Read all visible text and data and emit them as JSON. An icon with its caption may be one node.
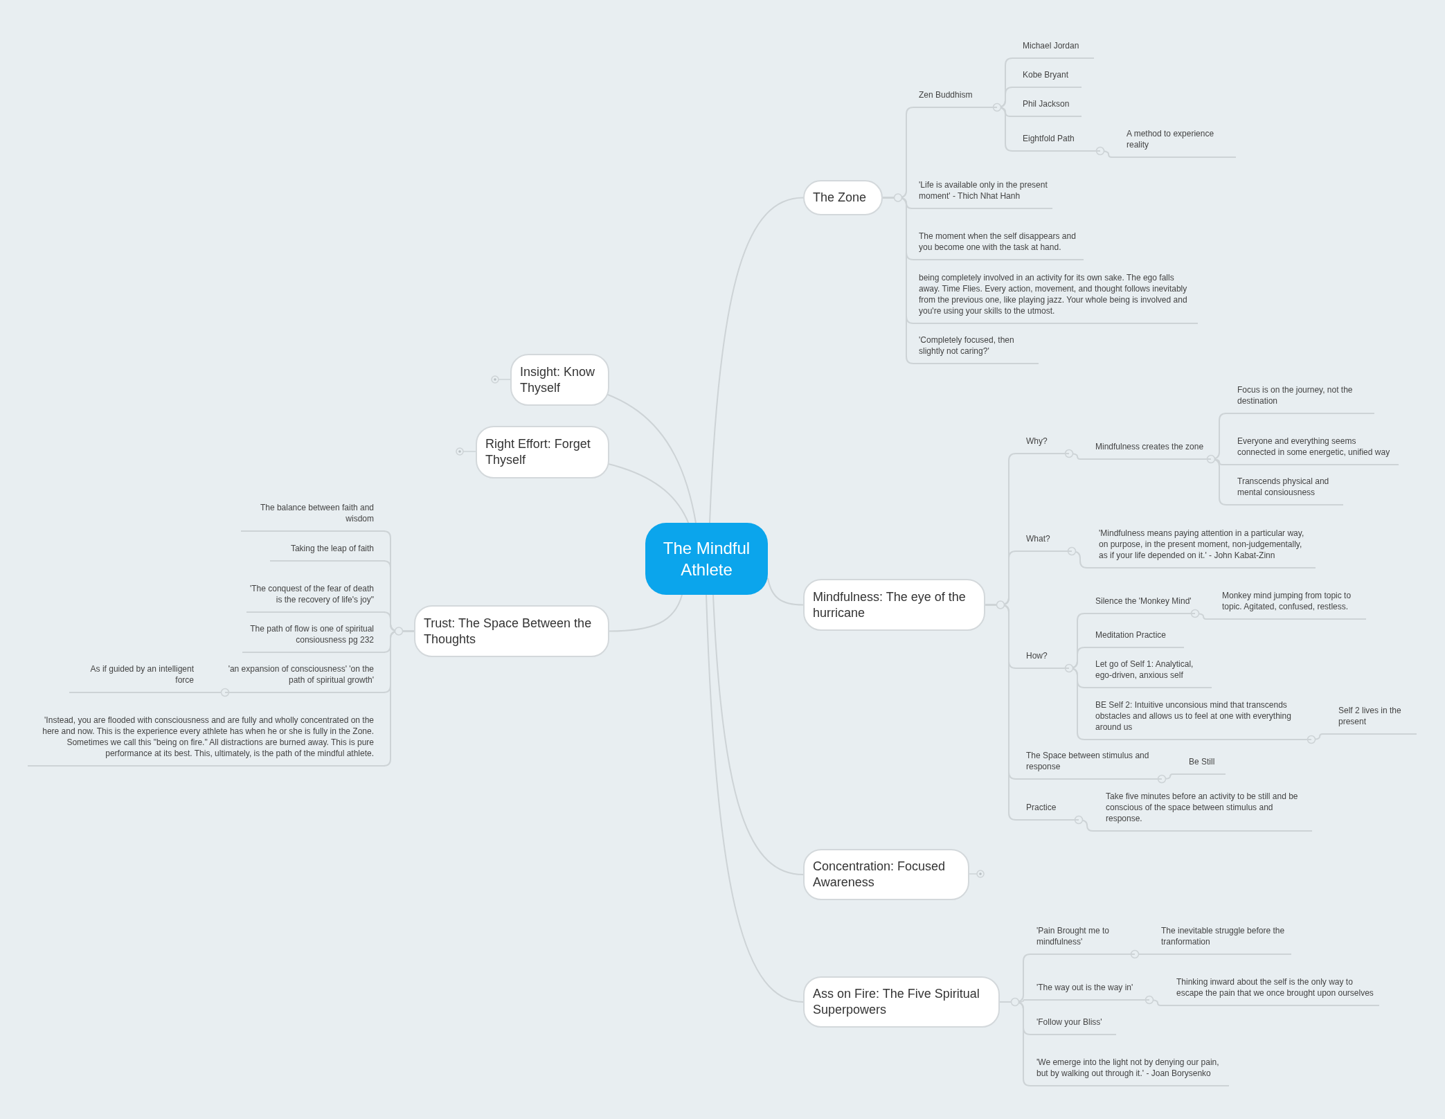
{
  "diagram": {
    "nodes": [
      {
        "text": [
          "The Mindful Athlete"
        ]
      },
      {
        "text": [
          "The Zone"
        ]
      },
      {
        "text": [
          "Zen Buddhism"
        ]
      },
      {
        "text": [
          "Michael Jordan"
        ]
      },
      {
        "text": [
          "Kobe Bryant"
        ]
      },
      {
        "text": [
          "Phil Jackson"
        ]
      },
      {
        "text": [
          "Eightfold Path"
        ]
      },
      {
        "text": [
          "A method to experience reality"
        ]
      },
      {
        "text": [
          "'Life is available only in the present moment' - Thich Nhat Hanh"
        ]
      },
      {
        "text": [
          "The moment when the self disappears and you become one with the task at hand."
        ]
      },
      {
        "text": [
          "being completely involved in an activity for its own sake. The ego falls away. Time Flies. Every action, movement, and thought follows inevitably from the previous one, like playing jazz. Your whole being is involved and you're using your skills to the utmost."
        ]
      },
      {
        "text": [
          "'Completely focused, then slightly not caring?'"
        ]
      },
      {
        "text": [
          "Insight: Know Thyself"
        ]
      },
      {
        "text": [
          "Right Effort: Forget Thyself"
        ]
      },
      {
        "text": [
          "Mindfulness: The eye of the hurricane"
        ]
      },
      {
        "text": [
          "Why?"
        ]
      },
      {
        "text": [
          "Mindfulness creates the zone"
        ]
      },
      {
        "text": [
          "Focus is on the journey, not the destination"
        ]
      },
      {
        "text": [
          "Everyone and everything seems connected in some energetic, unified way"
        ]
      },
      {
        "text": [
          "Transcends physical and mental consiousness"
        ]
      },
      {
        "text": [
          "What?"
        ]
      },
      {
        "text": [
          "'Mindfulness means paying attention in a particular way, on purpose, in the present moment, non-judgementally, as if your life depended on it.' - John Kabat-Zinn"
        ]
      },
      {
        "text": [
          "How?"
        ]
      },
      {
        "text": [
          "Silence the 'Monkey Mind'"
        ]
      },
      {
        "text": [
          "Monkey mind jumping from topic to topic. Agitated, confused, restless."
        ]
      },
      {
        "text": [
          "Meditation Practice"
        ]
      },
      {
        "text": [
          "Let go of Self 1: Analytical, ego-driven, anxious self"
        ]
      },
      {
        "text": [
          "BE Self 2: Intuitive unconsious mind that transcends obstacles and allows us to feel at one with everything around us"
        ]
      },
      {
        "text": [
          "Self 2 lives in the present"
        ]
      },
      {
        "text": [
          "The Space between stimulus and response"
        ]
      },
      {
        "text": [
          "Be Still"
        ]
      },
      {
        "text": [
          "Practice"
        ]
      },
      {
        "text": [
          "Take five minutes before an activity to be still and be conscious of the space between stimulus and response."
        ]
      },
      {
        "text": [
          "Trust: The Space Between the Thoughts"
        ]
      },
      {
        "text": [
          "The balance between faith and wisdom"
        ]
      },
      {
        "text": [
          "Taking the leap of faith"
        ]
      },
      {
        "text": [
          "'The conquest of the fear of death is the recovery of life's joy\""
        ]
      },
      {
        "text": [
          "The path of flow is one of spiritual consiousness pg 232"
        ]
      },
      {
        "text": [
          "'an expansion of consciousness' 'on the path of spiritual growth'"
        ]
      },
      {
        "text": [
          "As if guided by an intelligent force"
        ]
      },
      {
        "text": [
          "'Instead, you are flooded with consciousness and are fully and wholly concentrated on the here and now. This is the experience every athlete has when he or she is fully in the Zone. Sometimes we call this \"being on fire.\" All distractions are burned away. This is pure performance at its best. This, ultimately, is the path of the mindful athlete."
        ]
      },
      {
        "text": [
          "Concentration: Focused Awareness"
        ]
      },
      {
        "text": [
          "Ass on Fire: The Five Spiritual Superpowers"
        ]
      },
      {
        "text": [
          "'Pain Brought me to mindfulness'"
        ]
      },
      {
        "text": [
          "The inevitable struggle before the tranformation"
        ]
      },
      {
        "text": [
          "'The way out is the way in'"
        ]
      },
      {
        "text": [
          "Thinking inward about the self is the only way to escape the pain that we once brought upon ourselves"
        ]
      },
      {
        "text": [
          "'Follow your Bliss'"
        ]
      },
      {
        "text": [
          "'We emerge into the light not by denying our pain, but by walking out through it.' - Joan Borysenko"
        ]
      }
    ],
    "edges": [
      {
        "from": 0,
        "to": 1,
        "arrow": "none"
      },
      {
        "from": 0,
        "to": 12,
        "arrow": "none"
      },
      {
        "from": 0,
        "to": 13,
        "arrow": "none"
      },
      {
        "from": 0,
        "to": 14,
        "arrow": "none"
      },
      {
        "from": 0,
        "to": 33,
        "arrow": "none"
      },
      {
        "from": 0,
        "to": 41,
        "arrow": "none"
      },
      {
        "from": 0,
        "to": 42,
        "arrow": "none"
      },
      {
        "from": 1,
        "to": 2,
        "arrow": "none"
      },
      {
        "from": 2,
        "to": 3,
        "arrow": "none"
      },
      {
        "from": 2,
        "to": 4,
        "arrow": "none"
      },
      {
        "from": 2,
        "to": 5,
        "arrow": "none"
      },
      {
        "from": 2,
        "to": 6,
        "arrow": "none"
      },
      {
        "from": 6,
        "to": 7,
        "arrow": "none"
      },
      {
        "from": 1,
        "to": 8,
        "arrow": "none"
      },
      {
        "from": 1,
        "to": 9,
        "arrow": "none"
      },
      {
        "from": 1,
        "to": 10,
        "arrow": "none"
      },
      {
        "from": 1,
        "to": 11,
        "arrow": "none"
      },
      {
        "from": 14,
        "to": 15,
        "arrow": "none"
      },
      {
        "from": 15,
        "to": 16,
        "arrow": "none"
      },
      {
        "from": 16,
        "to": 17,
        "arrow": "none"
      },
      {
        "from": 16,
        "to": 18,
        "arrow": "none"
      },
      {
        "from": 16,
        "to": 19,
        "arrow": "none"
      },
      {
        "from": 14,
        "to": 20,
        "arrow": "none"
      },
      {
        "from": 20,
        "to": 21,
        "arrow": "none"
      },
      {
        "from": 14,
        "to": 22,
        "arrow": "none"
      },
      {
        "from": 22,
        "to": 23,
        "arrow": "none"
      },
      {
        "from": 23,
        "to": 24,
        "arrow": "none"
      },
      {
        "from": 22,
        "to": 25,
        "arrow": "none"
      },
      {
        "from": 22,
        "to": 26,
        "arrow": "none"
      },
      {
        "from": 22,
        "to": 27,
        "arrow": "none"
      },
      {
        "from": 27,
        "to": 28,
        "arrow": "none"
      },
      {
        "from": 14,
        "to": 29,
        "arrow": "none"
      },
      {
        "from": 29,
        "to": 30,
        "arrow": "none"
      },
      {
        "from": 14,
        "to": 31,
        "arrow": "none"
      },
      {
        "from": 31,
        "to": 32,
        "arrow": "none"
      },
      {
        "from": 33,
        "to": 34,
        "arrow": "none"
      },
      {
        "from": 33,
        "to": 35,
        "arrow": "none"
      },
      {
        "from": 33,
        "to": 36,
        "arrow": "none"
      },
      {
        "from": 33,
        "to": 37,
        "arrow": "none"
      },
      {
        "from": 33,
        "to": 38,
        "arrow": "none"
      },
      {
        "from": 38,
        "to": 39,
        "arrow": "none"
      },
      {
        "from": 33,
        "to": 40,
        "arrow": "none"
      },
      {
        "from": 42,
        "to": 43,
        "arrow": "none"
      },
      {
        "from": 43,
        "to": 44,
        "arrow": "none"
      },
      {
        "from": 42,
        "to": 45,
        "arrow": "none"
      },
      {
        "from": 45,
        "to": 46,
        "arrow": "none"
      },
      {
        "from": 42,
        "to": 47,
        "arrow": "none"
      },
      {
        "from": 42,
        "to": 48,
        "arrow": "none"
      }
    ]
  }
}
